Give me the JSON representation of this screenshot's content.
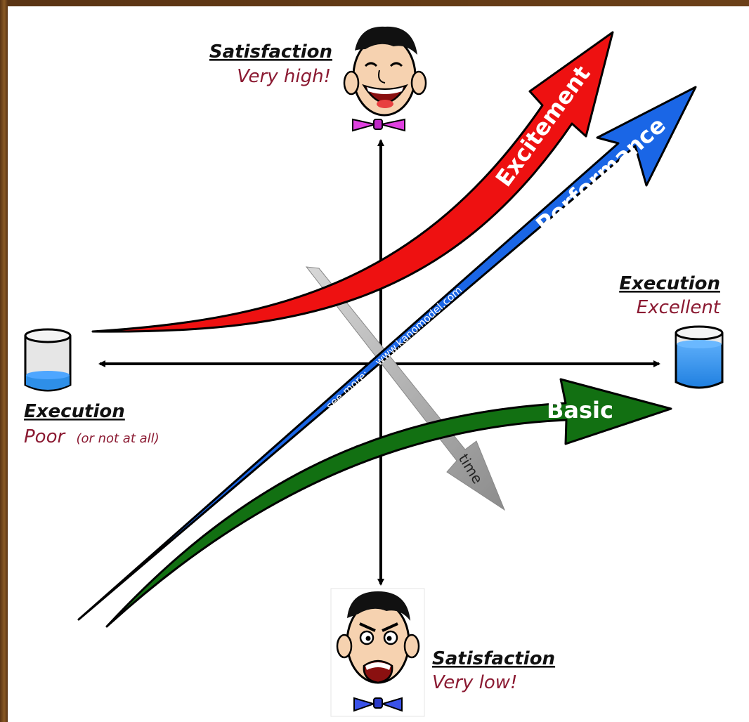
{
  "top_label": {
    "title": "Satisfaction",
    "subtitle": "Very high!"
  },
  "bottom_label": {
    "title": "Satisfaction",
    "subtitle": "Very low!"
  },
  "left_label": {
    "title": "Execution",
    "subtitle": "Poor",
    "subtitle_note": "(or not at all)"
  },
  "right_label": {
    "title": "Execution",
    "subtitle": "Excellent"
  },
  "curves": {
    "excitement": {
      "label": "Excitement",
      "color": "#ee1111"
    },
    "performance": {
      "label": "Performance",
      "color": "#1a66e6"
    },
    "basic": {
      "label": "Basic",
      "color": "#127012"
    }
  },
  "time_arrow": {
    "label": "time",
    "color": "#a8a8a8"
  },
  "website_note": {
    "prefix": "see more:",
    "url": "www.kanomodel.com"
  },
  "colors": {
    "text_accent": "#8b1a32",
    "axis": "#000000",
    "water": "#2e8fe8"
  },
  "icons": [
    "happy-face-icon",
    "angry-face-icon",
    "empty-glass-icon",
    "full-glass-icon"
  ]
}
